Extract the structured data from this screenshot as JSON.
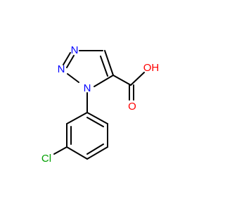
{
  "molecule": {
    "atoms": [
      {
        "id": "N3",
        "label": "N",
        "color": "#0000ff"
      },
      {
        "id": "N2",
        "label": "N",
        "color": "#0000ff"
      },
      {
        "id": "N1",
        "label": "N",
        "color": "#0000ff"
      },
      {
        "id": "O_OH",
        "label": "OH",
        "color": "#ff0000"
      },
      {
        "id": "O_dbl",
        "label": "O",
        "color": "#ff0000"
      },
      {
        "id": "Cl",
        "label": "Cl",
        "color": "#00a000"
      }
    ],
    "bond_color": "#000000"
  }
}
